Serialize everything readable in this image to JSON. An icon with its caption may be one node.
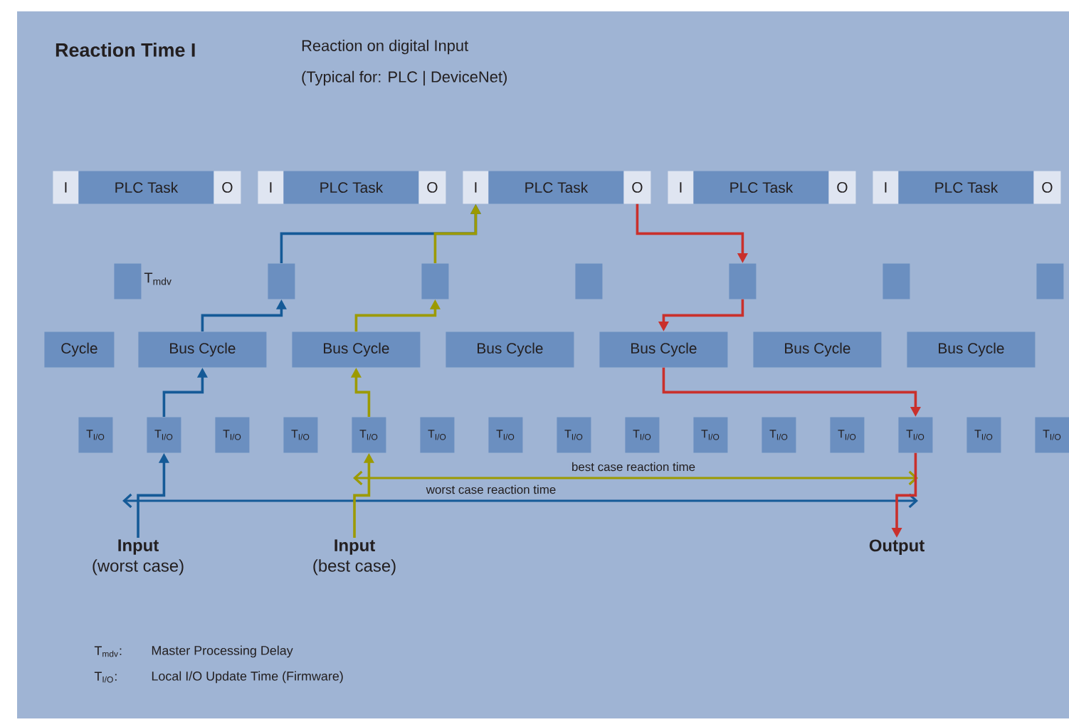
{
  "diagram": {
    "title": "Reaction Time I",
    "nodes": [
      {
        "text": [
          "I"
        ]
      },
      {
        "text": [
          "PLC Task"
        ]
      },
      {
        "text": [
          "O"
        ]
      },
      {
        "text": [
          "I"
        ]
      },
      {
        "text": [
          "PLC Task"
        ]
      },
      {
        "text": [
          "O"
        ]
      },
      {
        "text": [
          "I"
        ]
      },
      {
        "text": [
          "PLC Task"
        ]
      },
      {
        "text": [
          "O"
        ]
      },
      {
        "text": [
          "I"
        ]
      },
      {
        "text": [
          "PLC Task"
        ]
      },
      {
        "text": [
          "O"
        ]
      },
      {
        "text": [
          "I"
        ]
      },
      {
        "text": [
          "PLC Task"
        ]
      },
      {
        "text": [
          "O"
        ]
      },
      {
        "text": [],
        "shape": "box",
        "beside": [
          "T$_{mdv}$"
        ]
      },
      {
        "text": [],
        "shape": "box"
      },
      {
        "text": [],
        "shape": "box"
      },
      {
        "text": [],
        "shape": "box"
      },
      {
        "text": [],
        "shape": "box"
      },
      {
        "text": [],
        "shape": "box"
      },
      {
        "text": [],
        "shape": "box"
      },
      {
        "text": [
          "Cycle"
        ]
      },
      {
        "text": [
          "Bus Cycle"
        ]
      },
      {
        "text": [
          "Bus Cycle"
        ]
      },
      {
        "text": [
          "Bus Cycle"
        ]
      },
      {
        "text": [
          "Bus Cycle"
        ]
      },
      {
        "text": [
          "Bus Cycle"
        ]
      },
      {
        "text": [
          "Bus Cycle"
        ]
      },
      {
        "text": [
          "T$_{I/O}$"
        ]
      },
      {
        "text": [
          "T$_{I/O}$"
        ]
      },
      {
        "text": [
          "T$_{I/O}$"
        ]
      },
      {
        "text": [
          "T$_{I/O}$"
        ]
      },
      {
        "text": [
          "T$_{I/O}$"
        ]
      },
      {
        "text": [
          "T$_{I/O}$"
        ]
      },
      {
        "text": [
          "T$_{I/O}$"
        ]
      },
      {
        "text": [
          "T$_{I/O}$"
        ]
      },
      {
        "text": [
          "T$_{I/O}$"
        ]
      },
      {
        "text": [
          "T$_{I/O}$"
        ]
      },
      {
        "text": [
          "T$_{I/O}$"
        ]
      },
      {
        "text": [
          "T$_{I/O}$"
        ]
      },
      {
        "text": [
          "T$_{I/O}$"
        ]
      },
      {
        "text": [
          "T$_{I/O}$"
        ]
      },
      {
        "text": [
          "T$_{I/O}$"
        ]
      },
      {
        "text": [
          "Input",
          "(worst case)"
        ]
      },
      {
        "text": [
          "Input",
          "(best case)"
        ]
      },
      {
        "text": [
          "Output"
        ]
      }
    ],
    "edges": [
      {
        "from": 44,
        "to": 30,
        "arrow": "to",
        "color": "#155a97"
      },
      {
        "from": 30,
        "to": 23,
        "arrow": "to",
        "color": "#155a97"
      },
      {
        "from": 23,
        "to": 16,
        "arrow": "to",
        "color": "#155a97"
      },
      {
        "from": 16,
        "to": 6,
        "arrow": "to",
        "color": "#155a97"
      },
      {
        "from": 45,
        "to": 33,
        "arrow": "to",
        "color": "#9c9a00"
      },
      {
        "from": 33,
        "to": 24,
        "arrow": "to",
        "color": "#9c9a00"
      },
      {
        "from": 24,
        "to": 17,
        "arrow": "to",
        "color": "#9c9a00"
      },
      {
        "from": 17,
        "to": 6,
        "arrow": "to",
        "color": "#9c9a00"
      },
      {
        "from": 8,
        "to": 19,
        "arrow": "to",
        "color": "#c9302c"
      },
      {
        "from": 19,
        "to": 26,
        "arrow": "to",
        "color": "#c9302c"
      },
      {
        "from": 26,
        "to": 41,
        "arrow": "to",
        "color": "#c9302c"
      },
      {
        "from": 41,
        "to": 46,
        "arrow": "to",
        "color": "#c9302c"
      }
    ],
    "labels": [
      "Reaction on digital Input",
      "(Typical for: PLC | DeviceNet)",
      "best case reaction time",
      "worst case reaction time",
      "T$_{mdv}$:",
      "Master Processing Delay",
      "T$_{I/O}$:",
      "Local I/O Update Time (Firmware)"
    ]
  }
}
